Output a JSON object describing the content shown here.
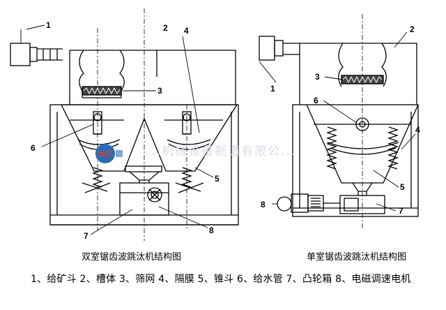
{
  "diagram": {
    "left": {
      "caption": "双室锯齿波跳汰机结构图",
      "callouts": [
        "1",
        "2",
        "3",
        "4",
        "5",
        "6",
        "7",
        "8"
      ]
    },
    "right": {
      "caption": "单室锯齿波跳汰机结构图",
      "callouts": [
        "1",
        "2",
        "3",
        "6",
        "4",
        "5",
        "8",
        "7"
      ]
    },
    "legend": "1、给矿斗 2、槽体 3、筛网 4、隔膜 5、锥斗 6、给水管 7、凸轮箱 8、电磁调速电机",
    "watermark": "...机械设备制造有限公...",
    "watermark_logo": "KC"
  }
}
